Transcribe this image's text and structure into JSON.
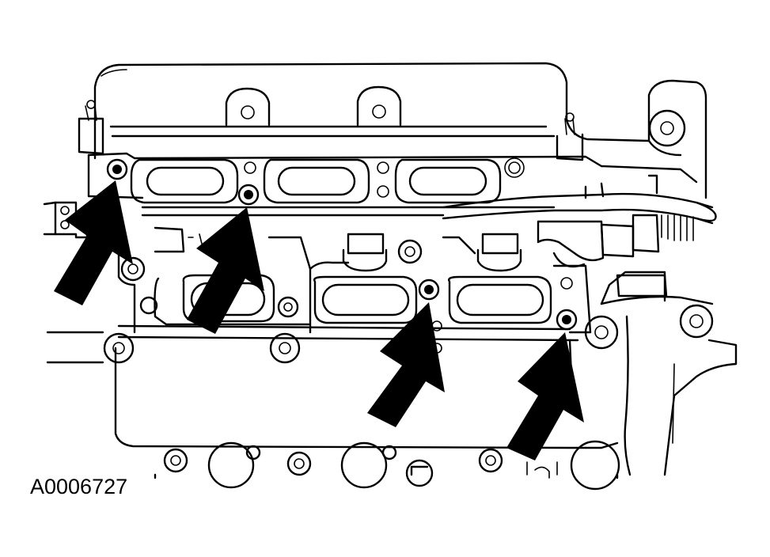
{
  "figure_id": "A0006727",
  "colors": {
    "line": "#000000",
    "background": "#ffffff"
  },
  "callouts": [
    {
      "name": "arrow-stud-1"
    },
    {
      "name": "arrow-stud-2"
    },
    {
      "name": "arrow-stud-3"
    },
    {
      "name": "arrow-stud-4"
    }
  ]
}
